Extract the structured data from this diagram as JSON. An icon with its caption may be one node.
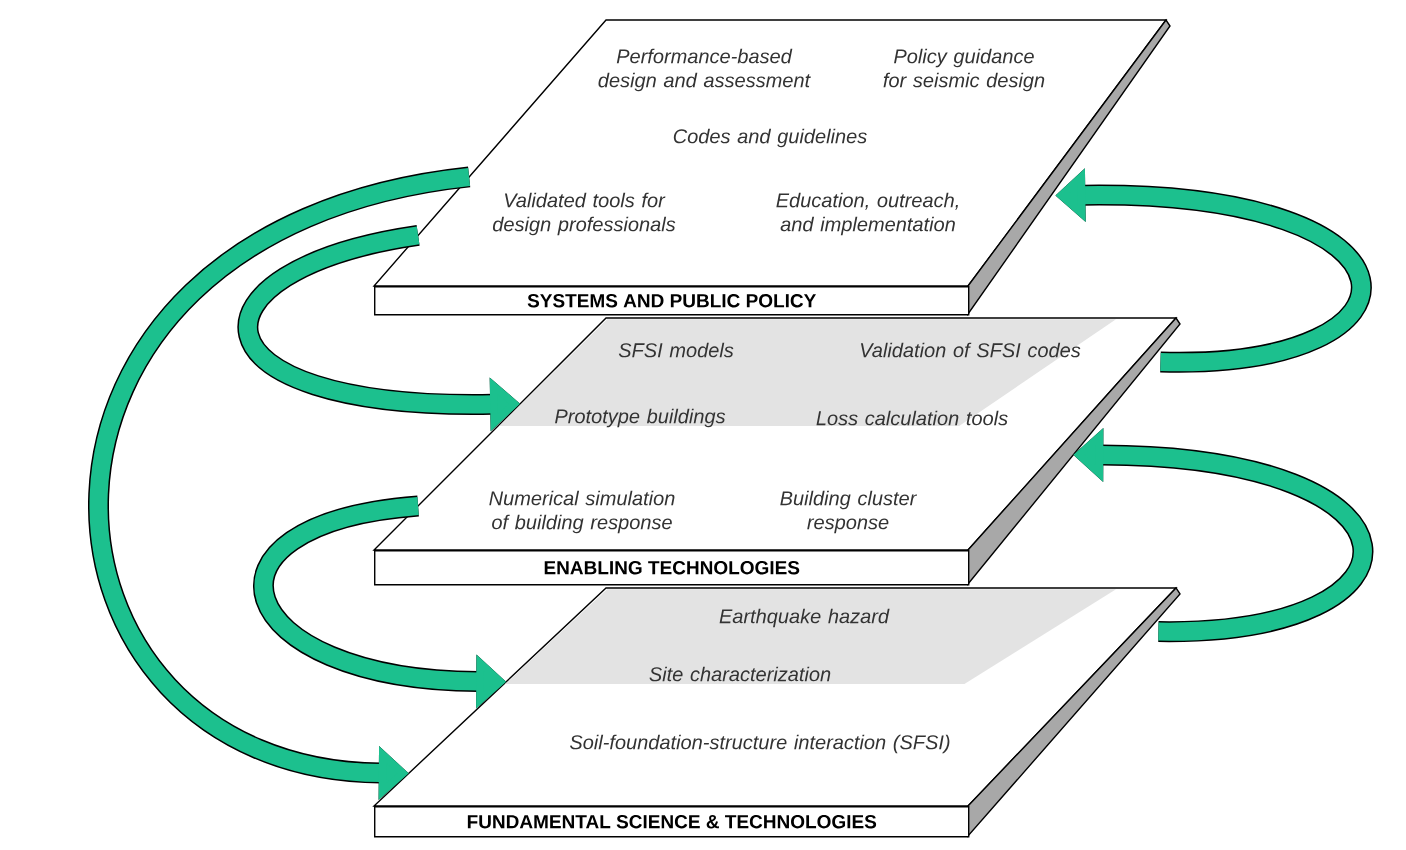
{
  "diagram": {
    "nodes": [
      {
        "text": [
          "Performance-based design and assessment",
          "Policy guidance for seismic design",
          "Codes and guidelines",
          "Validated tools for design professionals",
          "Education, outreach, and implementation",
          "SYSTEMS AND PUBLIC POLICY"
        ]
      },
      {
        "text": [
          "SFSI models",
          "Validation of SFSI codes",
          "Prototype buildings",
          "Loss calculation tools",
          "Numerical simulation of building response",
          "Building cluster response",
          "ENABLING TECHNOLOGIES"
        ]
      },
      {
        "text": [
          "Earthquake hazard",
          "Site characterization",
          "Soil-foundation-structure interaction (SFSI)",
          "FUNDAMENTAL SCIENCE & TECHNOLOGIES"
        ]
      }
    ],
    "edges": [
      {
        "from": 0,
        "to": 1,
        "arrow": "to"
      },
      {
        "from": 0,
        "to": 2,
        "arrow": "to"
      },
      {
        "from": 1,
        "to": 2,
        "arrow": "to"
      },
      {
        "from": 1,
        "to": 0,
        "arrow": "to"
      },
      {
        "from": 2,
        "to": 1,
        "arrow": "to"
      }
    ]
  }
}
